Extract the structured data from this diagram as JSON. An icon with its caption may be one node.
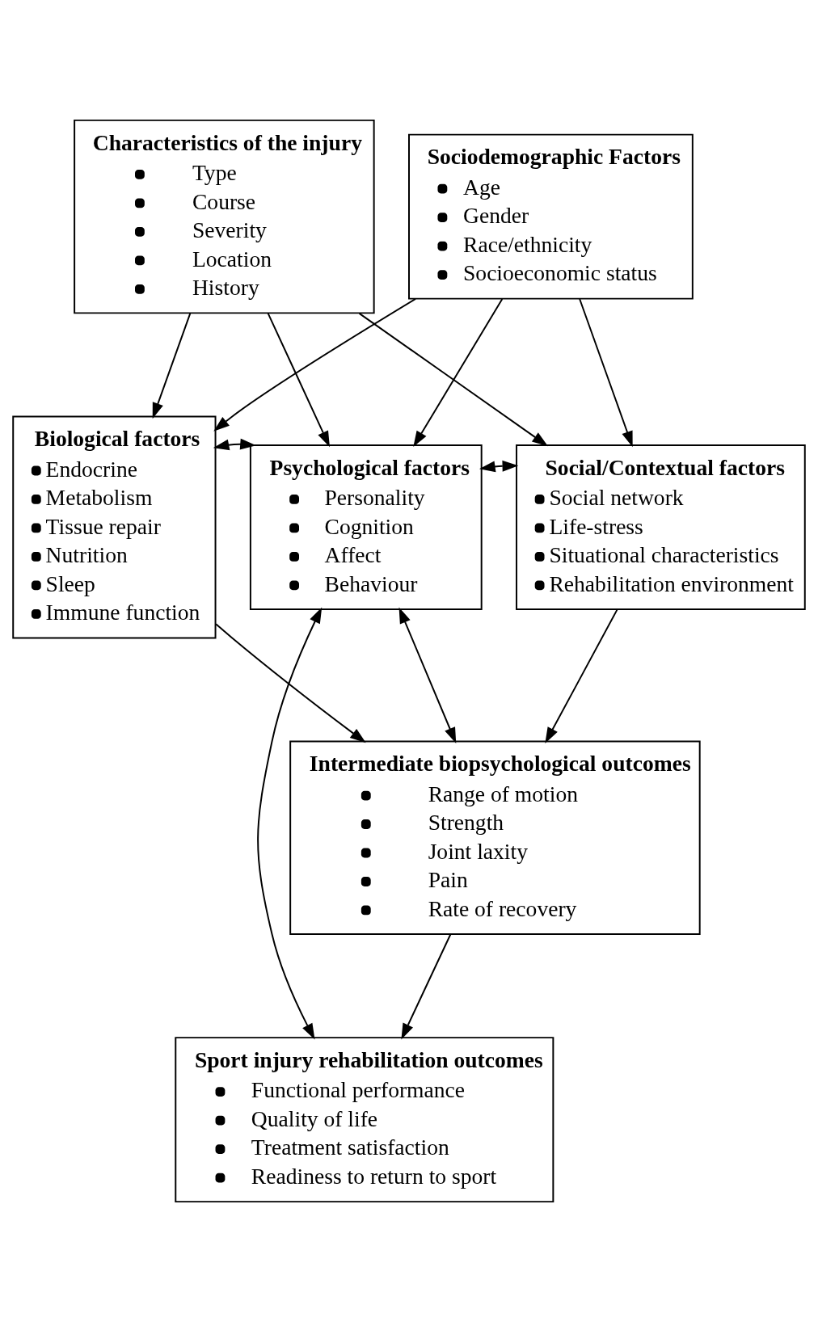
{
  "diagram": {
    "nodes": [
      {
        "text": [
          "Characteristics of the injury",
          "Type",
          "Course",
          "Severity",
          "Location",
          "History"
        ]
      },
      {
        "text": [
          "Sociodemographic Factors",
          "Age",
          "Gender",
          "Race/ethnicity",
          "Socioeconomic status"
        ]
      },
      {
        "text": [
          "Biological factors",
          "Endocrine",
          "Metabolism",
          "Tissue repair",
          "Nutrition",
          "Sleep",
          "Immune function"
        ]
      },
      {
        "text": [
          "Psychological factors",
          "Personality",
          "Cognition",
          "Affect",
          "Behaviour"
        ]
      },
      {
        "text": [
          "Social/Contextual factors",
          "Social network",
          "Life-stress",
          "Situational characteristics",
          "Rehabilitation environment"
        ]
      },
      {
        "text": [
          "Intermediate biopsychological outcomes",
          "Range of motion",
          "Strength",
          "Joint laxity",
          "Pain",
          "Rate of recovery"
        ]
      },
      {
        "text": [
          "Sport injury rehabilitation outcomes",
          "Functional performance",
          "Quality of life",
          "Treatment satisfaction",
          "Readiness to return to sport"
        ]
      }
    ],
    "edges": [
      {
        "from": 0,
        "to": 2,
        "arrow": "to"
      },
      {
        "from": 0,
        "to": 3,
        "arrow": "to"
      },
      {
        "from": 0,
        "to": 4,
        "arrow": "to"
      },
      {
        "from": 1,
        "to": 2,
        "arrow": "to"
      },
      {
        "from": 1,
        "to": 3,
        "arrow": "to"
      },
      {
        "from": 1,
        "to": 4,
        "arrow": "to"
      },
      {
        "from": 2,
        "to": 3,
        "arrow": "both"
      },
      {
        "from": 3,
        "to": 4,
        "arrow": "both"
      },
      {
        "from": 2,
        "to": 5,
        "arrow": "to"
      },
      {
        "from": 3,
        "to": 5,
        "arrow": "both"
      },
      {
        "from": 4,
        "to": 5,
        "arrow": "to"
      },
      {
        "from": 5,
        "to": 6,
        "arrow": "to"
      },
      {
        "from": 3,
        "to": 6,
        "arrow": "both"
      }
    ]
  }
}
